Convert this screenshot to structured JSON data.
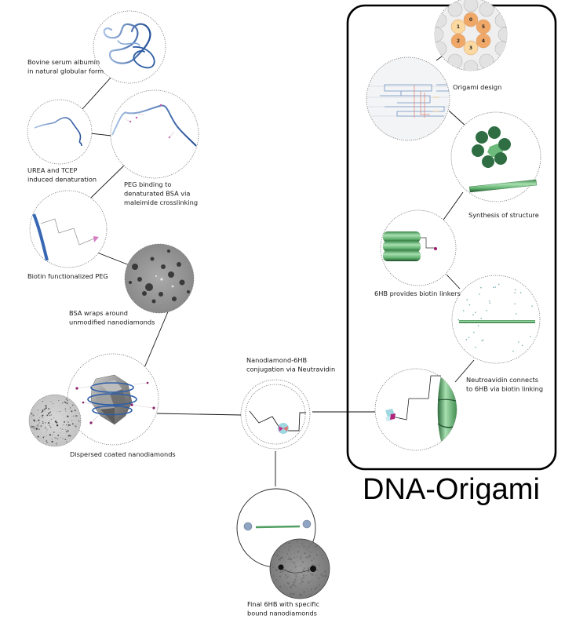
{
  "figure": {
    "group_title": "DNA-Origami",
    "colors": {
      "bsa_blue": "#2f5fa8",
      "bsa_light": "#9bb8de",
      "biotin_pink": "#d670b8",
      "dna_green": "#3e8e52",
      "dna_green_light": "#8fd29a",
      "dna_green_dark": "#2e6b3e",
      "neutravidin_cyan": "#8fd3dc",
      "helix_orange": "#f0a868",
      "helix_yellow": "#fcd9a0",
      "tem_gray": "#9a9a9a",
      "box_border": "#000000"
    }
  },
  "steps": [
    {
      "id": "bsa-native",
      "label": [
        "Bovine serum albumin",
        "in natural globular form"
      ]
    },
    {
      "id": "denaturation",
      "label": [
        "UREA and  TCEP",
        "induced denaturation"
      ]
    },
    {
      "id": "peg-binding",
      "label": [
        "PEG binding to",
        "denaturated BSA via",
        "maleimide crosslinking"
      ]
    },
    {
      "id": "biotin-peg",
      "label": [
        "Biotin functionalized PEG"
      ]
    },
    {
      "id": "bsa-wraps",
      "label": [
        "BSA wraps around",
        "unmodified nanodiamonds"
      ]
    },
    {
      "id": "dispersed",
      "label": [
        "Dispersed coated nanodiamonds"
      ]
    },
    {
      "id": "conjugation",
      "label": [
        "Nanodiamond-6HB",
        "conjugation via Neutravidin"
      ]
    },
    {
      "id": "final",
      "label": [
        "Final 6HB with specific",
        "bound nanodiamonds"
      ]
    },
    {
      "id": "origami-design",
      "label": [
        "Origami design"
      ]
    },
    {
      "id": "synthesis",
      "label": [
        "Synthesis of structure"
      ]
    },
    {
      "id": "biotin-linkers",
      "label": [
        "6HB provides biotin linkers"
      ]
    },
    {
      "id": "neutravidin-link",
      "label": [
        "Neutroavidin connects",
        "to 6HB via biotin linking"
      ]
    }
  ],
  "helix_numbers": [
    "0",
    "1",
    "2",
    "3",
    "4",
    "5"
  ]
}
